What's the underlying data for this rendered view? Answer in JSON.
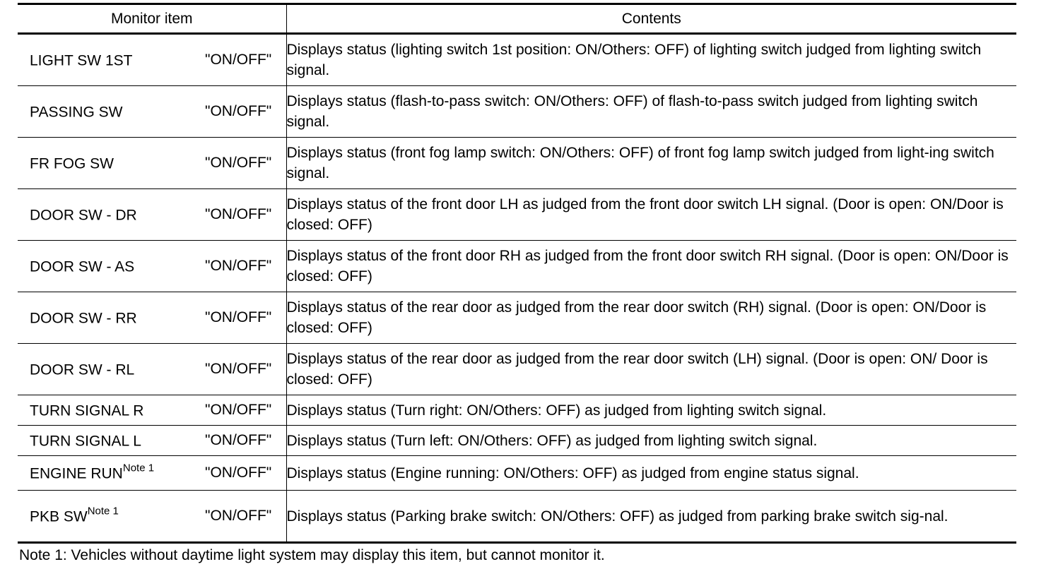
{
  "table": {
    "headers": {
      "monitor_item": "Monitor item",
      "contents": "Contents"
    },
    "rows": [
      {
        "item": "LIGHT SW 1ST",
        "note": "",
        "value": "\"ON/OFF\"",
        "contents": "Displays status (lighting switch 1st position: ON/Others: OFF) of lighting switch judged from lighting switch signal."
      },
      {
        "item": "PASSING SW",
        "note": "",
        "value": "\"ON/OFF\"",
        "contents": "Displays status (flash-to-pass switch: ON/Others: OFF) of flash-to-pass switch judged from lighting switch signal."
      },
      {
        "item": "FR FOG SW",
        "note": "",
        "value": "\"ON/OFF\"",
        "contents": "Displays status (front fog lamp switch: ON/Others: OFF) of front fog lamp switch judged from light-ing switch signal."
      },
      {
        "item": "DOOR SW - DR",
        "note": "",
        "value": "\"ON/OFF\"",
        "contents": "Displays status of the front door LH as judged from the front door switch LH signal. (Door is open: ON/Door is closed: OFF)"
      },
      {
        "item": "DOOR SW - AS",
        "note": "",
        "value": "\"ON/OFF\"",
        "contents": "Displays status of the front door RH as judged from the front door switch RH signal. (Door is open: ON/Door is closed: OFF)"
      },
      {
        "item": "DOOR SW - RR",
        "note": "",
        "value": "\"ON/OFF\"",
        "contents": "Displays status of the rear door as judged from the rear door switch (RH) signal. (Door is open: ON/Door is closed: OFF)"
      },
      {
        "item": "DOOR SW - RL",
        "note": "",
        "value": "\"ON/OFF\"",
        "contents": "Displays status of the rear door as judged from the rear door switch (LH) signal. (Door is open: ON/ Door is closed: OFF)"
      },
      {
        "item": "TURN SIGNAL R",
        "note": "",
        "value": "\"ON/OFF\"",
        "contents": "Displays status (Turn right: ON/Others: OFF) as judged from lighting switch signal."
      },
      {
        "item": "TURN SIGNAL L",
        "note": "",
        "value": "\"ON/OFF\"",
        "contents": "Displays status (Turn left: ON/Others: OFF) as judged from lighting switch signal."
      },
      {
        "item": "ENGINE RUN",
        "note": "Note 1",
        "value": "\"ON/OFF\"",
        "contents": "Displays status (Engine running: ON/Others: OFF) as judged from engine status signal."
      },
      {
        "item": "PKB SW",
        "note": "Note 1",
        "value": "\"ON/OFF\"",
        "contents": "Displays status (Parking brake switch: ON/Others: OFF) as judged from parking brake switch sig-nal."
      }
    ]
  },
  "footnote": "Note 1: Vehicles without daytime light system may display this item, but cannot monitor it."
}
